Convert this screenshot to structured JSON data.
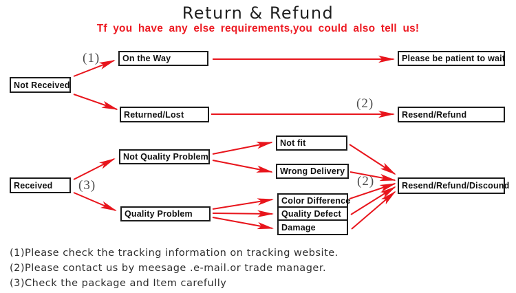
{
  "title": "Return & Refund",
  "subtitle": "Tf you have any else requirements,you could also tell us!",
  "colors": {
    "arrow_red": "#e8151c",
    "subtitle_red": "#ed1c24",
    "node_border": "#1c1c1c",
    "ref_label_gray": "#4d4d4d"
  },
  "nodes": {
    "not_received": "Not Received",
    "on_the_way": "On the Way",
    "please_be_patient": "Please be patient to wait",
    "returned_lost": "Returned/Lost",
    "resend_refund": "Resend/Refund",
    "received": "Received",
    "not_quality_problem": "Not Quality Problem",
    "quality_problem": "Quality Problem",
    "not_fit": "Not fit",
    "wrong_delivery": "Wrong Delivery",
    "color_difference": "Color Difference",
    "quality_defect": "Quality Defect",
    "damage": "Damage",
    "resend_refund_discound": "Resend/Refund/Discound"
  },
  "labels": {
    "step1": "(1)",
    "step2": "(2)",
    "step3": "(3)"
  },
  "notes": [
    "(1)Please check the tracking information on tracking website.",
    "(2)Please contact us by meesage .e-mail.or trade manager.",
    "(3)Check the package and Item carefully"
  ]
}
